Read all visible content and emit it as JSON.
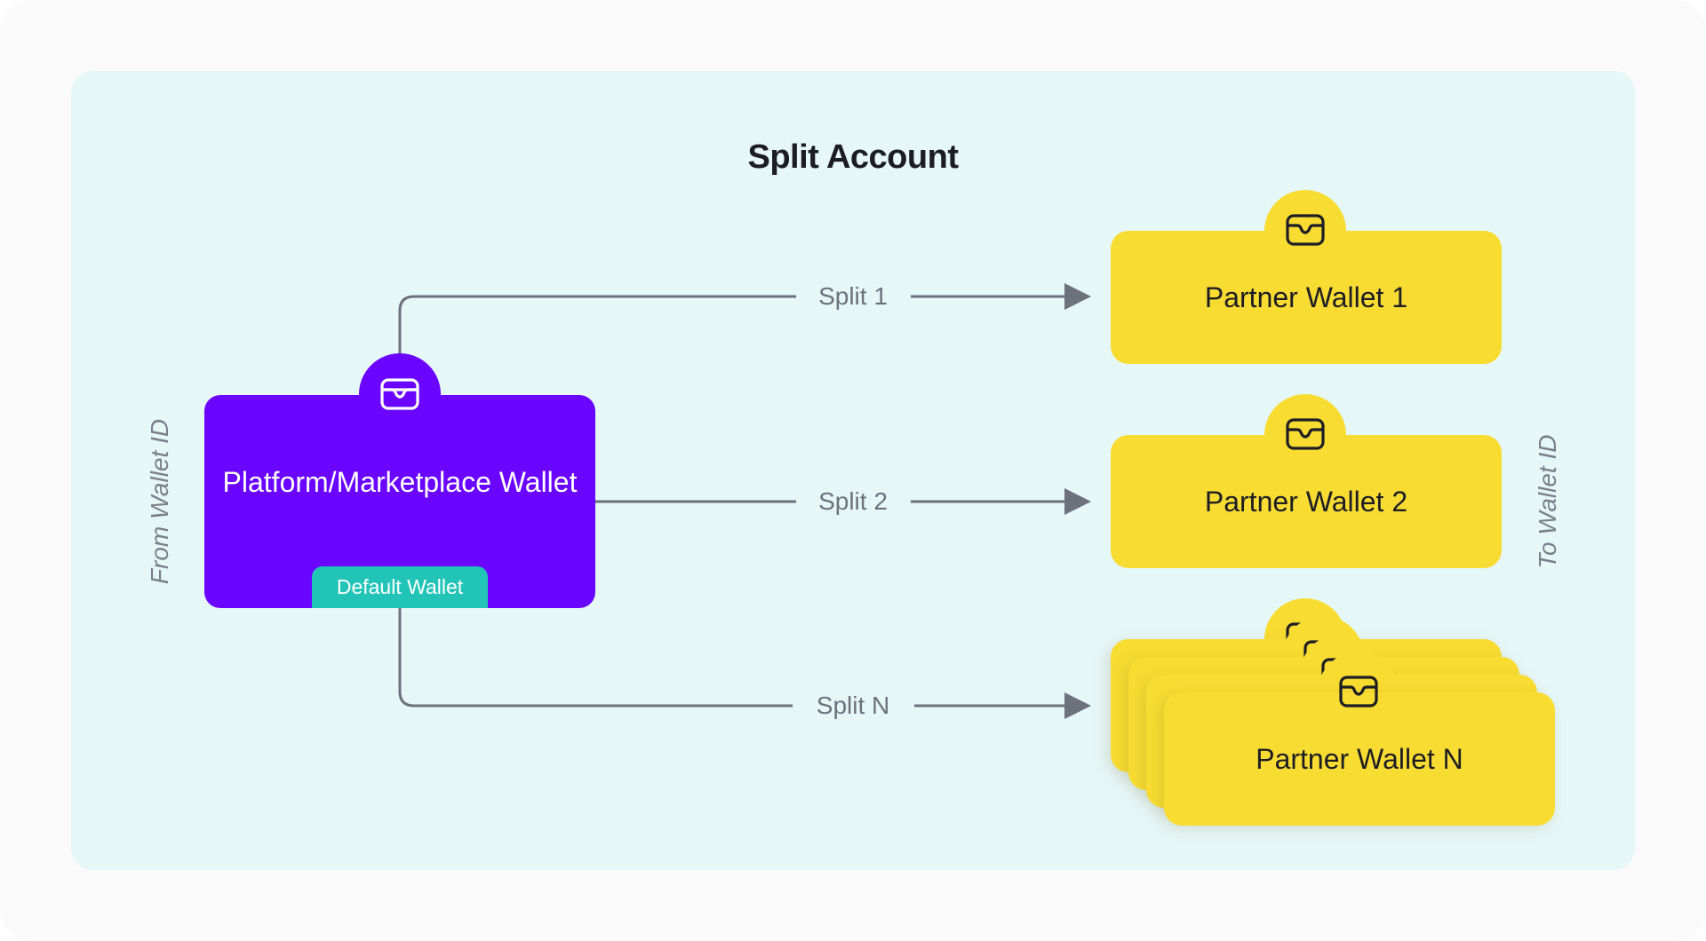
{
  "diagram": {
    "title": "Split Account",
    "from_label": "From Wallet ID",
    "to_label": "To Wallet ID",
    "source_wallet": {
      "name": "Platform/Marketplace Wallet",
      "badge": "Default Wallet",
      "icon": "wallet-icon",
      "color": "#6a05ff",
      "badge_color": "#23c4b8"
    },
    "splits": [
      {
        "label": "Split 1",
        "target": "Partner Wallet 1"
      },
      {
        "label": "Split 2",
        "target": "Partner Wallet 2"
      },
      {
        "label": "Split N",
        "target": "Partner Wallet N"
      }
    ],
    "partner_icon": "wallet-icon",
    "partner_color": "#f8dc32",
    "connector_color": "#6d717b",
    "background_color": "#e6f7f8"
  }
}
